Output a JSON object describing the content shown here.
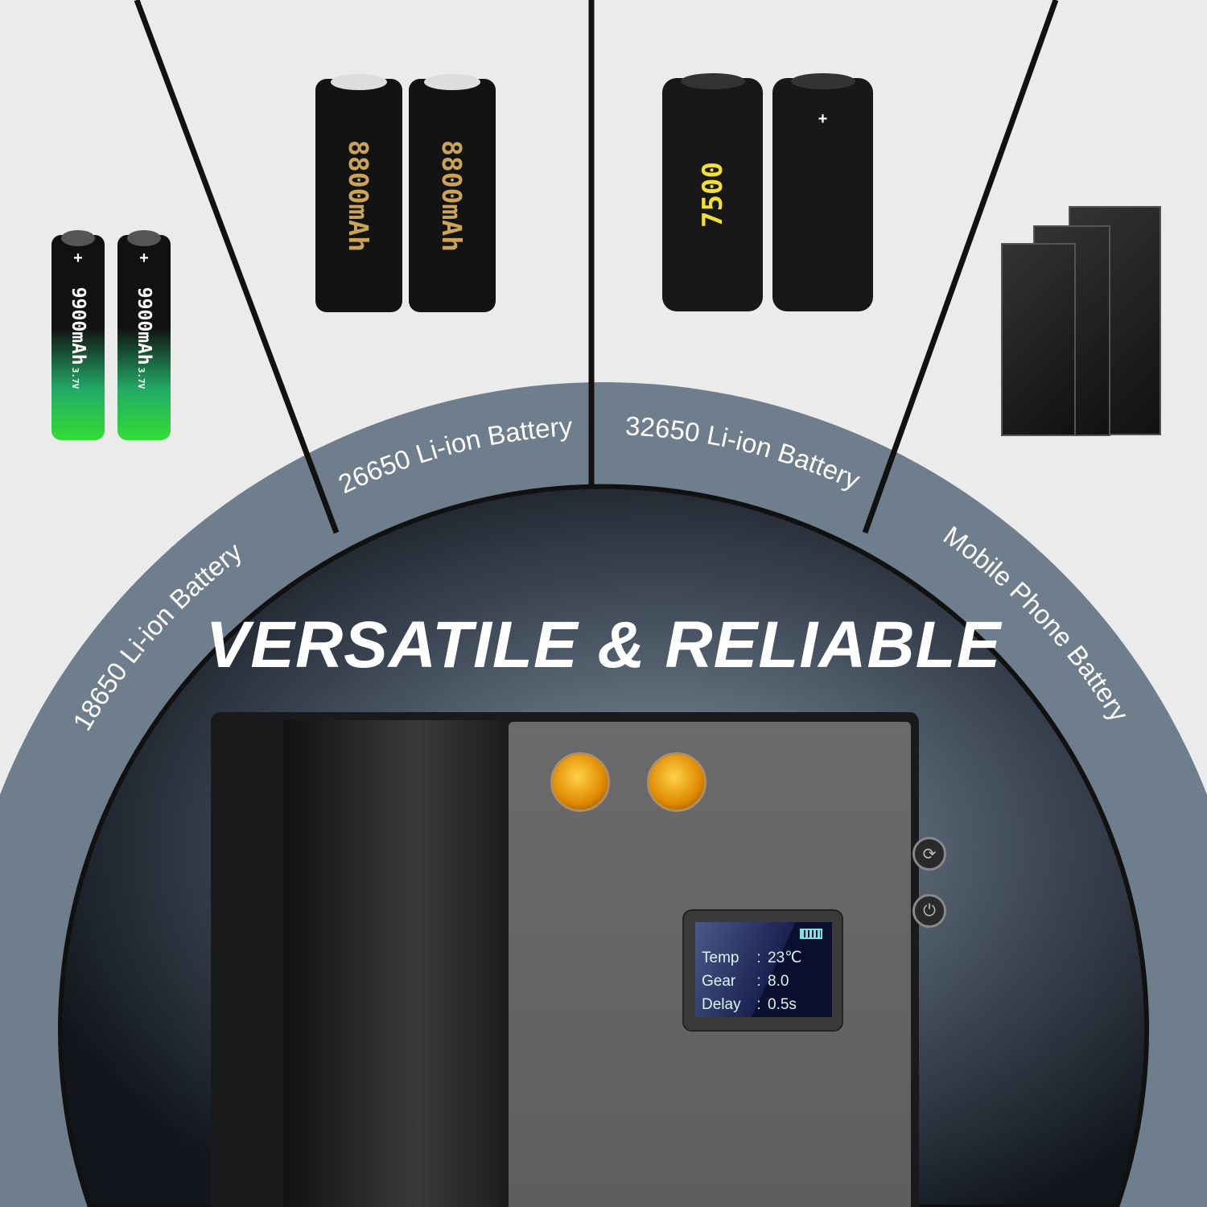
{
  "headline": "VERSATILE & RELIABLE",
  "categories": [
    {
      "label": "18650 Li-ion Battery",
      "battery_text": "9900mAh",
      "voltage": "3.7V"
    },
    {
      "label": "26650 Li-ion Battery",
      "battery_text": "8800mAh"
    },
    {
      "label": "32650 Li-ion Battery",
      "battery_text": "7500"
    },
    {
      "label": "Mobile Phone Battery"
    }
  ],
  "display": {
    "rows": [
      {
        "key": "Temp",
        "value": "23℃"
      },
      {
        "key": "Gear",
        "value": "8.0"
      },
      {
        "key": "Delay",
        "value": "0.5s"
      }
    ],
    "separator": ":"
  },
  "colors": {
    "band": "#6f7e8c",
    "background": "#ebebeb",
    "port": "#f0a000"
  }
}
